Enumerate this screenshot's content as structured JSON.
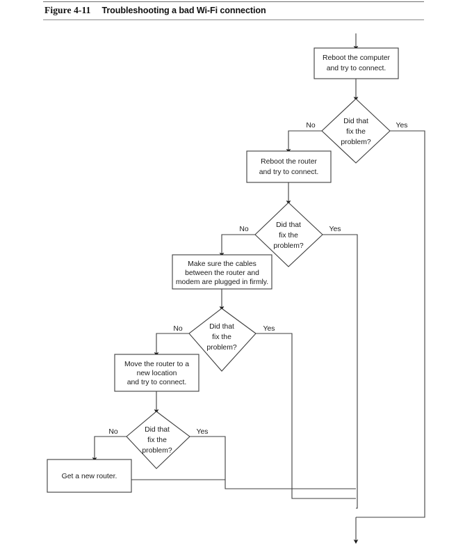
{
  "caption": {
    "figure_number": "Figure 4-11",
    "title": "Troubleshooting a bad Wi-Fi connection"
  },
  "chart_data": {
    "type": "diagram",
    "diagram_type": "flowchart",
    "title": "Troubleshooting a bad Wi-Fi connection",
    "orientation": "top-to-bottom, cascading left",
    "nodes": [
      {
        "id": "n1",
        "shape": "process",
        "lines": [
          "Reboot the computer",
          "and try to connect."
        ]
      },
      {
        "id": "d1",
        "shape": "decision",
        "lines": [
          "Did that",
          "fix the",
          "problem?"
        ]
      },
      {
        "id": "n2",
        "shape": "process",
        "lines": [
          "Reboot the router",
          "and try to connect."
        ]
      },
      {
        "id": "d2",
        "shape": "decision",
        "lines": [
          "Did that",
          "fix the",
          "problem?"
        ]
      },
      {
        "id": "n3",
        "shape": "process",
        "lines": [
          "Make sure the cables",
          "between the router and",
          "modem are plugged in firmly."
        ]
      },
      {
        "id": "d3",
        "shape": "decision",
        "lines": [
          "Did that",
          "fix the",
          "problem?"
        ]
      },
      {
        "id": "n4",
        "shape": "process",
        "lines": [
          "Move the router to a",
          "new location",
          "and try to connect."
        ]
      },
      {
        "id": "d4",
        "shape": "decision",
        "lines": [
          "Did that",
          "fix the",
          "problem?"
        ]
      },
      {
        "id": "n5",
        "shape": "process",
        "lines": [
          "Get a new router."
        ]
      }
    ],
    "edges": [
      {
        "from": "start",
        "to": "n1",
        "label": ""
      },
      {
        "from": "n1",
        "to": "d1",
        "label": ""
      },
      {
        "from": "d1",
        "to": "n2",
        "label": "No"
      },
      {
        "from": "d1",
        "to": "exit",
        "label": "Yes"
      },
      {
        "from": "n2",
        "to": "d2",
        "label": ""
      },
      {
        "from": "d2",
        "to": "n3",
        "label": "No"
      },
      {
        "from": "d2",
        "to": "exit",
        "label": "Yes"
      },
      {
        "from": "n3",
        "to": "d3",
        "label": ""
      },
      {
        "from": "d3",
        "to": "n4",
        "label": "No"
      },
      {
        "from": "d3",
        "to": "exit",
        "label": "Yes"
      },
      {
        "from": "n4",
        "to": "d4",
        "label": ""
      },
      {
        "from": "d4",
        "to": "n5",
        "label": "No"
      },
      {
        "from": "d4",
        "to": "exit",
        "label": "Yes"
      },
      {
        "from": "n5",
        "to": "exit",
        "label": ""
      }
    ],
    "edge_labels": {
      "yes": "Yes",
      "no": "No"
    }
  },
  "nodes": {
    "n1": {
      "l1": "Reboot the computer",
      "l2": "and try to connect."
    },
    "d1": {
      "l1": "Did that",
      "l2": "fix the",
      "l3": "problem?",
      "no": "No",
      "yes": "Yes"
    },
    "n2": {
      "l1": "Reboot the router",
      "l2": "and try to connect."
    },
    "d2": {
      "l1": "Did that",
      "l2": "fix the",
      "l3": "problem?",
      "no": "No",
      "yes": "Yes"
    },
    "n3": {
      "l1": "Make sure the cables",
      "l2": "between the router and",
      "l3": "modem are plugged in firmly."
    },
    "d3": {
      "l1": "Did that",
      "l2": "fix the",
      "l3": "problem?",
      "no": "No",
      "yes": "Yes"
    },
    "n4": {
      "l1": "Move the router to a",
      "l2": "new location",
      "l3": "and try to connect."
    },
    "d4": {
      "l1": "Did that",
      "l2": "fix the",
      "l3": "problem?",
      "no": "No",
      "yes": "Yes"
    },
    "n5": {
      "l1": "Get a new router."
    }
  },
  "colors": {
    "stroke": "#3c3c3c",
    "text": "#1a1a1a",
    "rule": "#6f6f6f",
    "background": "#ffffff"
  }
}
